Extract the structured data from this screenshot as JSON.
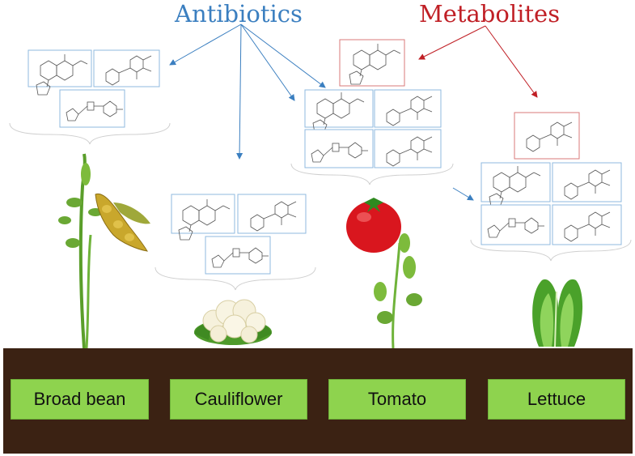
{
  "headings": {
    "antibiotics": "Antibiotics",
    "metabolites": "Metabolites"
  },
  "crops": [
    "Broad bean",
    "Cauliflower",
    "Tomato",
    "Lettuce"
  ],
  "colors": {
    "antibiotics": "#3b7fc0",
    "metabolites": "#c01f25",
    "soil": "#3b2213",
    "label_fill": "#8ed34e",
    "antibiotic_box": "#8fbadf",
    "metabolite_box": "#d87a7a"
  },
  "icons": {
    "broad_bean": "broad-bean-plant-icon",
    "cauliflower": "cauliflower-icon",
    "tomato": "tomato-plant-icon",
    "lettuce": "lettuce-icon"
  }
}
